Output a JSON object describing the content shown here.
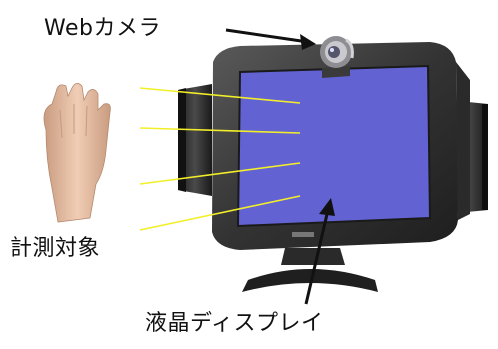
{
  "labels": {
    "webcam": "Webカメラ",
    "target": "計測対象",
    "lcd": "液晶ディスプレイ"
  },
  "colors": {
    "screen": "#6262d2",
    "monitor_body": "#3a3a3a",
    "speaker": "#2f2f2f",
    "beam": "#f2ef2a",
    "arrow": "#111111",
    "skin": "#e9c1a6"
  },
  "icons": [
    "webcam-icon",
    "hand-icon",
    "monitor-icon",
    "speaker-icon",
    "arrow-icon"
  ]
}
